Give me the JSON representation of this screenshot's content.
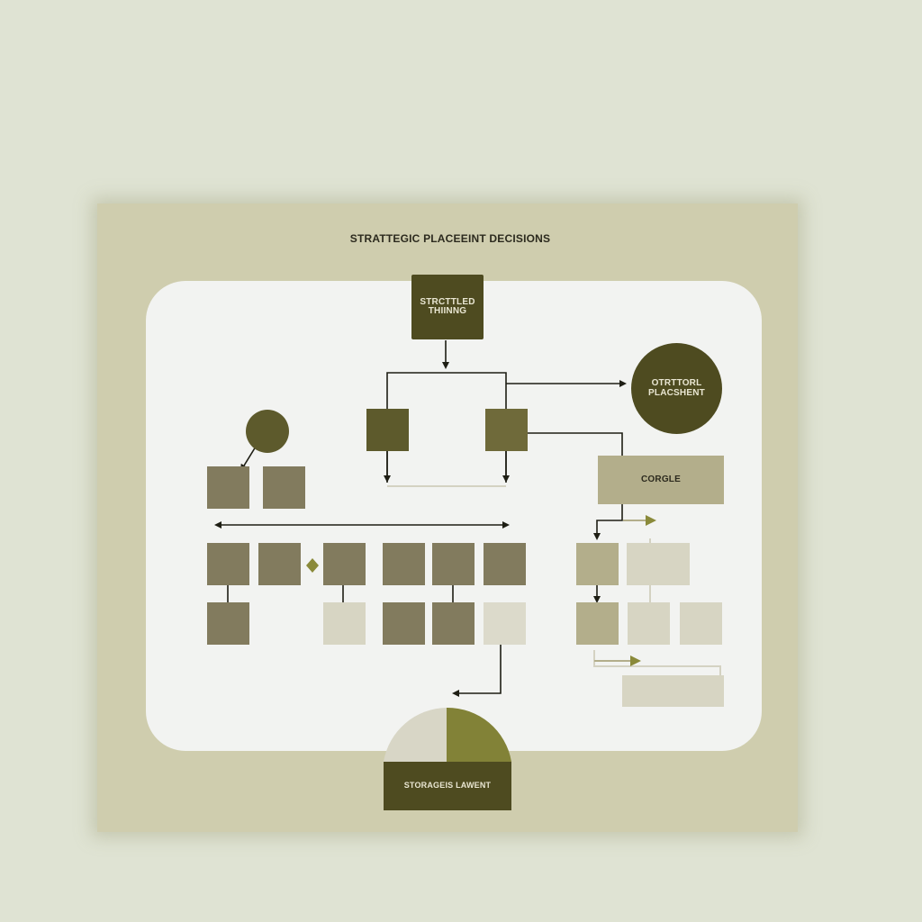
{
  "title": "STRATTEGIC PLACEEINT DECISIONS",
  "top_box": {
    "label": "STRCTTLED THIINNG"
  },
  "top_right_circle": {
    "label": "OTRTTORL PLACSHENT"
  },
  "right_label_box": {
    "label": "CORGLE"
  },
  "bottom_block": {
    "label": "STORAGEIS LAWENT"
  },
  "colors": {
    "background": "#dfe3d3",
    "poster": "#cfcdae",
    "panel": "#f2f3f1",
    "dark_olive": "#4e4b20",
    "olive": "#6f6a3a",
    "taupe": "#827b5e",
    "khaki": "#b3ae8b",
    "pale": "#d7d5c3",
    "accent_green": "#8a8a3a"
  }
}
